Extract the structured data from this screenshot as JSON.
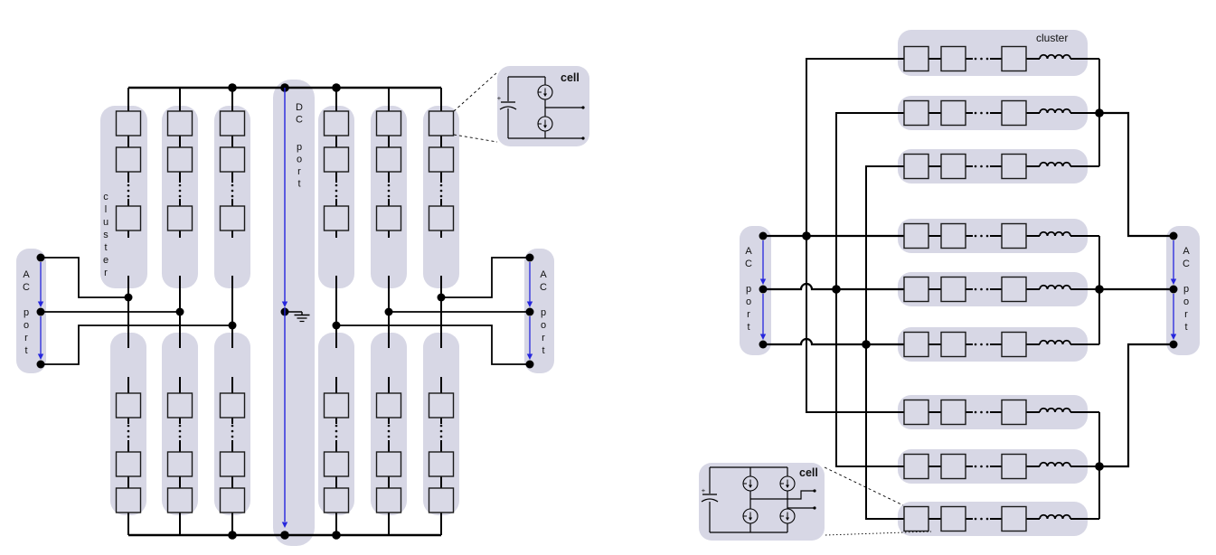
{
  "colors": {
    "page_bg": "#ffffff",
    "cluster_bg": "#d7d7e5",
    "square_fill": "#d9d9e6",
    "square_border": "#1a1a1a",
    "wire": "#000000",
    "arrow_blue": "#2626dd",
    "text": "#111111"
  },
  "left_diagram": {
    "cluster_label": "cluster",
    "dc_port_label": "DC port",
    "ac_port_left_label": "AC port",
    "ac_port_right_label": "AC port",
    "cell_label": "cell",
    "cap_polarity": "+",
    "cluster_count": 12,
    "cells_shown_per_arm": 3
  },
  "right_diagram": {
    "cluster_label": "cluster",
    "ac_port_left_label": "AC port",
    "ac_port_right_label": "AC port",
    "cell_label": "cell",
    "cap_polarity": "+",
    "cluster_count": 9,
    "cells_shown_per_cluster": 3
  }
}
